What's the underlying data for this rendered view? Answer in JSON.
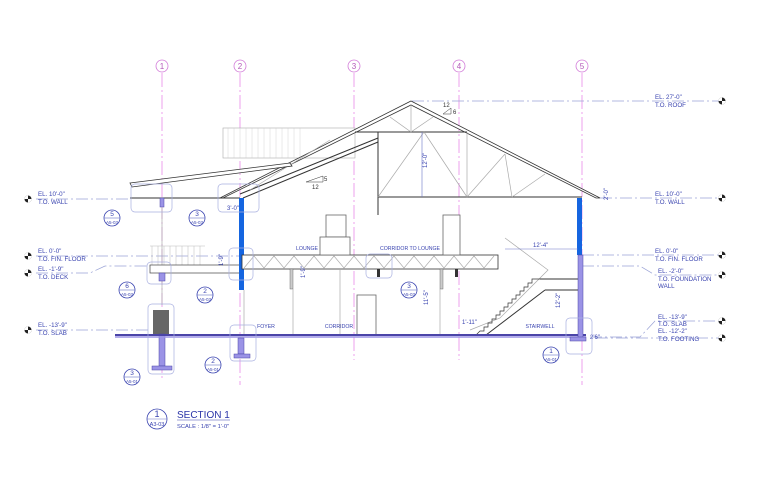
{
  "grid_labels": [
    "1",
    "2",
    "3",
    "4",
    "5"
  ],
  "levels": {
    "roof": {
      "el": "EL. 27'-0\"",
      "name": "T.O. ROOF"
    },
    "wall_left": {
      "el": "EL. 10'-0\"",
      "name": "T.O. WALL"
    },
    "wall_right": {
      "el": "EL. 10'-0\"",
      "name": "T.O. WALL"
    },
    "floor_left": {
      "el": "EL. 0'-0\"",
      "name": "T.O. FIN. FLOOR"
    },
    "floor_right": {
      "el": "EL. 0'-0\"",
      "name": "T.O. FIN. FLOOR"
    },
    "deck": {
      "el": "EL. -1'-9\"",
      "name": "T.O. DECK"
    },
    "foundation": {
      "el": "EL. -2'-0\"",
      "name": "T.O. FOUNDATION",
      "name2": "WALL"
    },
    "slab_left": {
      "el": "EL. -13'-9\"",
      "name": "T.O. SLAB"
    },
    "slab_right": {
      "el": "EL. -13'-9\"",
      "name": "T.O. SLAB"
    },
    "footing": {
      "el": "EL. -12'-2\"",
      "name": "T.O. FOOTING"
    }
  },
  "rooms": [
    "LOUNGE",
    "CORRIDOR TO LOUNGE",
    "FOYER",
    "CORRIDOR",
    "STAIRWELL"
  ],
  "dimensions": {
    "truss_height": "12'-0\"",
    "overhang": "3'-0\"",
    "heel": "2'-0\"",
    "stair_run": "12'-4\"",
    "joist": "1'-9\"",
    "ceiling": "11'-5\"",
    "stair_height": "12'-2\"",
    "landing": "1'-11\"",
    "deck_drop": "1'-9\"",
    "footing_off": "2'6\""
  },
  "slopes": {
    "main_rise": "6",
    "main_run": "12",
    "lower_rise": "5",
    "lower_run": "12"
  },
  "callouts": [
    {
      "num": "5",
      "sheet": "A5-03"
    },
    {
      "num": "3",
      "sheet": "A5-03"
    },
    {
      "num": "6",
      "sheet": "A5-03"
    },
    {
      "num": "2",
      "sheet": "A5-03"
    },
    {
      "num": "3",
      "sheet": "A5-03"
    },
    {
      "num": "2",
      "sheet": "A5-01"
    },
    {
      "num": "3",
      "sheet": "A5-01"
    },
    {
      "num": "1",
      "sheet": "A5-01"
    }
  ],
  "title": {
    "num": "1",
    "sheet": "A3-03",
    "name": "SECTION 1",
    "scale": "SCALE : 1/8\" = 1'-0\""
  }
}
